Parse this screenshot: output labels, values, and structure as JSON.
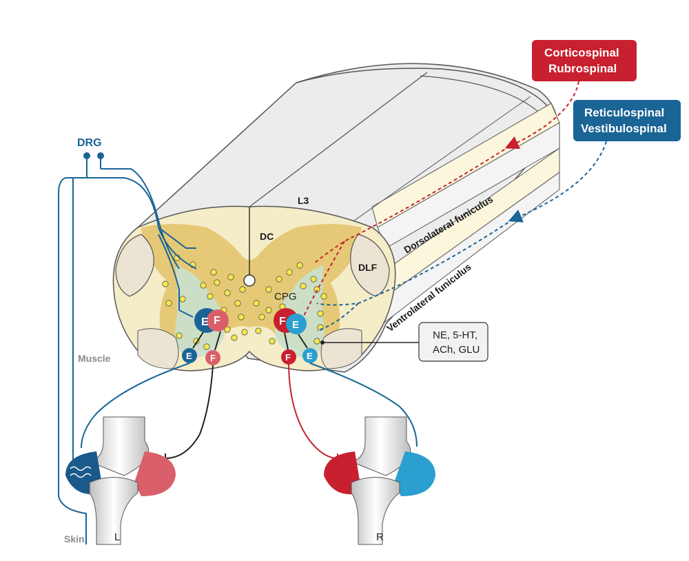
{
  "labels": {
    "corticospinal": "Corticospinal",
    "rubrospinal": "Rubrospinal",
    "reticulospinal": "Reticulospinal",
    "vestibulospinal": "Vestibulospinal",
    "drg": "DRG",
    "l3": "L3",
    "dc": "DC",
    "dlf": "DLF",
    "cpg": "CPG",
    "dorsolateral": "Dorsolateral funiculus",
    "ventrolateral": "Ventrolateral funiculus",
    "muscle": "Muscle",
    "skin": "Skin",
    "left": "L",
    "right": "R",
    "extensor": "E",
    "flexor": "F",
    "neuromod_line1": "NE, 5-HT,",
    "neuromod_line2": "ACh, GLU"
  },
  "colors": {
    "red": "#c8202f",
    "blue": "#1a6496",
    "light_blue": "#2a9fd0",
    "pink": "#d9606a",
    "grey_matter": "#e8c878",
    "white_matter": "#f5ecc8",
    "cpg_zone": "#c9e0cf"
  }
}
